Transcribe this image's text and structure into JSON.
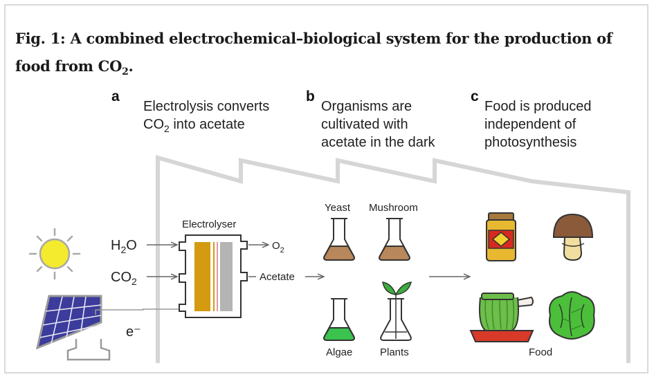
{
  "figure": {
    "title_prefix": "Fig. 1: A combined electrochemical–biological system for the production of food from CO",
    "title_sub": "2",
    "title_suffix": "."
  },
  "panels": {
    "a": {
      "letter": "a",
      "line1": "Electrolysis converts",
      "line2_pre": "CO",
      "line2_sub": "2",
      "line2_post": " into acetate"
    },
    "b": {
      "letter": "b",
      "line1": "Organisms are",
      "line2": "cultivated with",
      "line3": "acetate in the dark"
    },
    "c": {
      "letter": "c",
      "line1": "Food is produced",
      "line2": "independent of",
      "line3": "photosynthesis"
    }
  },
  "inputs": {
    "h2o_pre": "H",
    "h2o_sub": "2",
    "h2o_post": "O",
    "co2_pre": "CO",
    "co2_sub": "2",
    "electron": "e⁻"
  },
  "electrolyser": {
    "label": "Electrolyser",
    "out_o2_pre": "O",
    "out_o2_sub": "2",
    "out_acetate": "Acetate"
  },
  "organisms": {
    "yeast": "Yeast",
    "mushroom": "Mushroom",
    "algae": "Algae",
    "plants": "Plants"
  },
  "food": {
    "label": "Food"
  },
  "colors": {
    "yellow": "#f4ea2e",
    "sun_ray": "#a8a8a8",
    "panel_blue": "#3c3c9c",
    "gold": "#d49a10",
    "culture_brown": "#b8875c",
    "algae_green": "#3cc24e",
    "plant_green": "#3dae3d",
    "jar_yellow": "#e8b830",
    "jar_red": "#d62a20",
    "mushroom_cap": "#8a5a3a",
    "plate_red": "#d83a2a",
    "noodle_green": "#6dbe4a",
    "lettuce": "#4cbf3a",
    "factory_line": "#d6d6d6"
  },
  "icons": [
    "sun-icon",
    "solar-panel-icon",
    "flask-icon",
    "sprout-icon",
    "jar-icon",
    "mushroom-icon",
    "noodle-plate-icon",
    "lettuce-icon"
  ]
}
